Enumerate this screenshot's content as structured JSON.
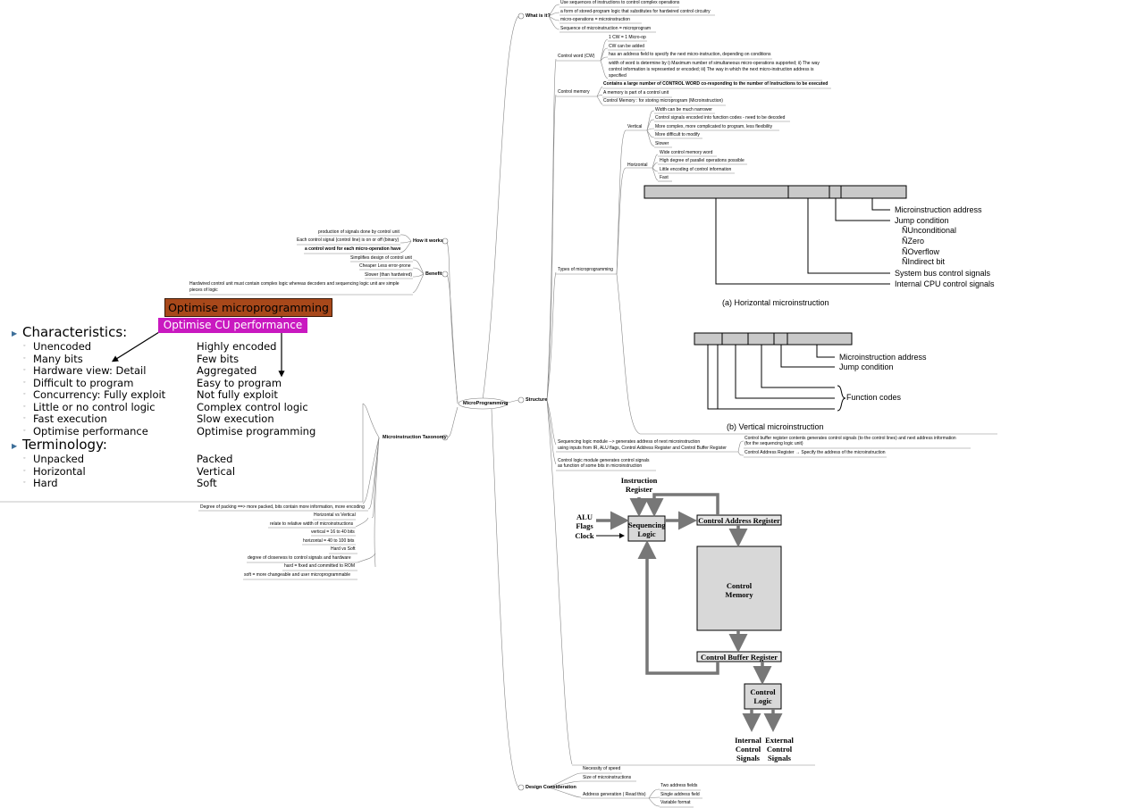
{
  "center": "MicroProgramming",
  "branches": {
    "what": {
      "title": "What is it?",
      "items": [
        "Use sequences of instructions to control complex operations",
        "a form of stored-program logic that substitutes for hardwired control circuitry",
        "micro-operations = microinstruction",
        "Sequence of microinstruction = microprogram"
      ]
    },
    "structure": {
      "title": "Structure",
      "control_word": {
        "label": "Control word (CW)",
        "items": [
          "1 CW = 1 Micro-op",
          "CW can be added",
          "has an address field to specify the next micro-instruction, depending on conditions",
          "width of word is determine by i) Maximum number of simultaneous micro-operations supported;  ii) The way",
          "control information is represented or encoded; iii) The way in which the next micro-instruction address is",
          "specified"
        ]
      },
      "control_memory": {
        "label": "Control memory",
        "items": [
          "Contains a large number of CONTROL WORD co-responding to the number of Instructions to be executed",
          "A memory is part of a control unit",
          "Control Memory : for storing microprogram (Microinstruction)"
        ]
      },
      "types": {
        "label": "Types of microprogramming",
        "vertical": {
          "label": "Vertical",
          "items": [
            "Width can be much narrower",
            "Control signals encoded into function codes - need to be decoded",
            "More complex, more complicated to program, less flexibility",
            "More difficult to modify",
            "Slower"
          ]
        },
        "horizontal": {
          "label": "Horizontal",
          "items": [
            "Wide control memory word",
            "High degree of parallel operations possible",
            "Little encoding of control information",
            "Fast"
          ]
        },
        "fig_h": {
          "labels": [
            "Microinstruction address",
            "Jump condition",
            "ÑUnconditional",
            "ÑZero",
            "ÑOverflow",
            "ÑIndirect bit",
            "System bus control signals",
            "Internal CPU control signals"
          ],
          "caption": "(a) Horizontal microinstruction"
        },
        "fig_v": {
          "labels": [
            "Microinstruction address",
            "Jump condition",
            "Function codes"
          ],
          "caption": "(b) Vertical microinstruction"
        }
      },
      "sequencing": {
        "label_line1": "Sequencing logic module --> generates address of next microinstruction",
        "label_line2": "using inputs from IR, ALU flags, Control Address Register and Control Buffer Register",
        "items": [
          "Control buffer register contents generates control signals (to the control lines) and next address information",
          "(for the sequencing logic unit)",
          "Control Address Register → Specify the address of the microinstruction"
        ]
      },
      "control_logic": {
        "line1": "Control logic module generates control signals",
        "line2": "as function of some bits in microinstruction"
      },
      "block": {
        "instruction_register": [
          "Instruction",
          "Register"
        ],
        "alu_flags": [
          "ALU",
          "Flags"
        ],
        "clock": "Clock",
        "sequencing_logic": [
          "Sequencing",
          "Logic"
        ],
        "car": "Control Address Register",
        "control_memory": [
          "Control",
          "Memory"
        ],
        "cbr": "Control Buffer Register",
        "control_logic": [
          "Control",
          "Logic"
        ],
        "internal": [
          "Internal",
          "Control",
          "Signals"
        ],
        "external": [
          "External",
          "Control",
          "Signals"
        ]
      }
    },
    "design": {
      "title": "Design Consideration",
      "items": [
        "Necessity of speed",
        "Size of microinstructions",
        "Address generation ( Read this)"
      ],
      "address_items": [
        "Two address fields",
        "Single address field",
        "Variable format"
      ]
    },
    "how": {
      "title": "How it works",
      "items": [
        "production of signals done by control unit",
        "Each control signal (control line) is on or off (binary)",
        "a control word for each micro-operation have"
      ]
    },
    "benefit": {
      "title": "Benefit",
      "items": [
        "Simplifies design of control unit",
        "Cheaper Less error-prone",
        "Slower (than hardwired)",
        "Hardwired control unit must contain complex logic whereas decoders and sequencing logic unit are simple",
        "pieces of logic"
      ]
    },
    "taxonomy": {
      "title": "Microinstruction Taxonomy",
      "banner_orange": "Optimise microprogramming",
      "banner_magenta": "Optimise CU performance",
      "characteristics_title": "Characteristics:",
      "characteristics": [
        [
          "Unencoded",
          "Highly encoded"
        ],
        [
          "Many bits",
          "Few bits"
        ],
        [
          "Hardware view: Detail",
          "Aggregated"
        ],
        [
          "Difficult to program",
          "Easy to program"
        ],
        [
          "Concurrency: Fully exploit",
          "Not fully exploit"
        ],
        [
          "Little or no control logic",
          "Complex control logic"
        ],
        [
          "Fast execution",
          "Slow execution"
        ],
        [
          "Optimise performance",
          "Optimise programming"
        ]
      ],
      "terminology_title": "Terminology:",
      "terminology": [
        [
          "Unpacked",
          "Packed"
        ],
        [
          "Horizontal",
          "Vertical"
        ],
        [
          "Hard",
          "Soft"
        ]
      ],
      "notes": [
        "Degree of packing ==> more packed, bits contain more information, more encoding",
        "Horizontal vs Vertical",
        "relate to relative width of microinstructions",
        "vertical = 16 to 40 bits",
        "horizontal = 40 to 100 bits",
        "Hard vs Soft",
        "degree of closeness to control signals and hardware",
        "hard = fixed and committed to ROM",
        "soft = more changeable and user microprogrammable"
      ]
    }
  }
}
